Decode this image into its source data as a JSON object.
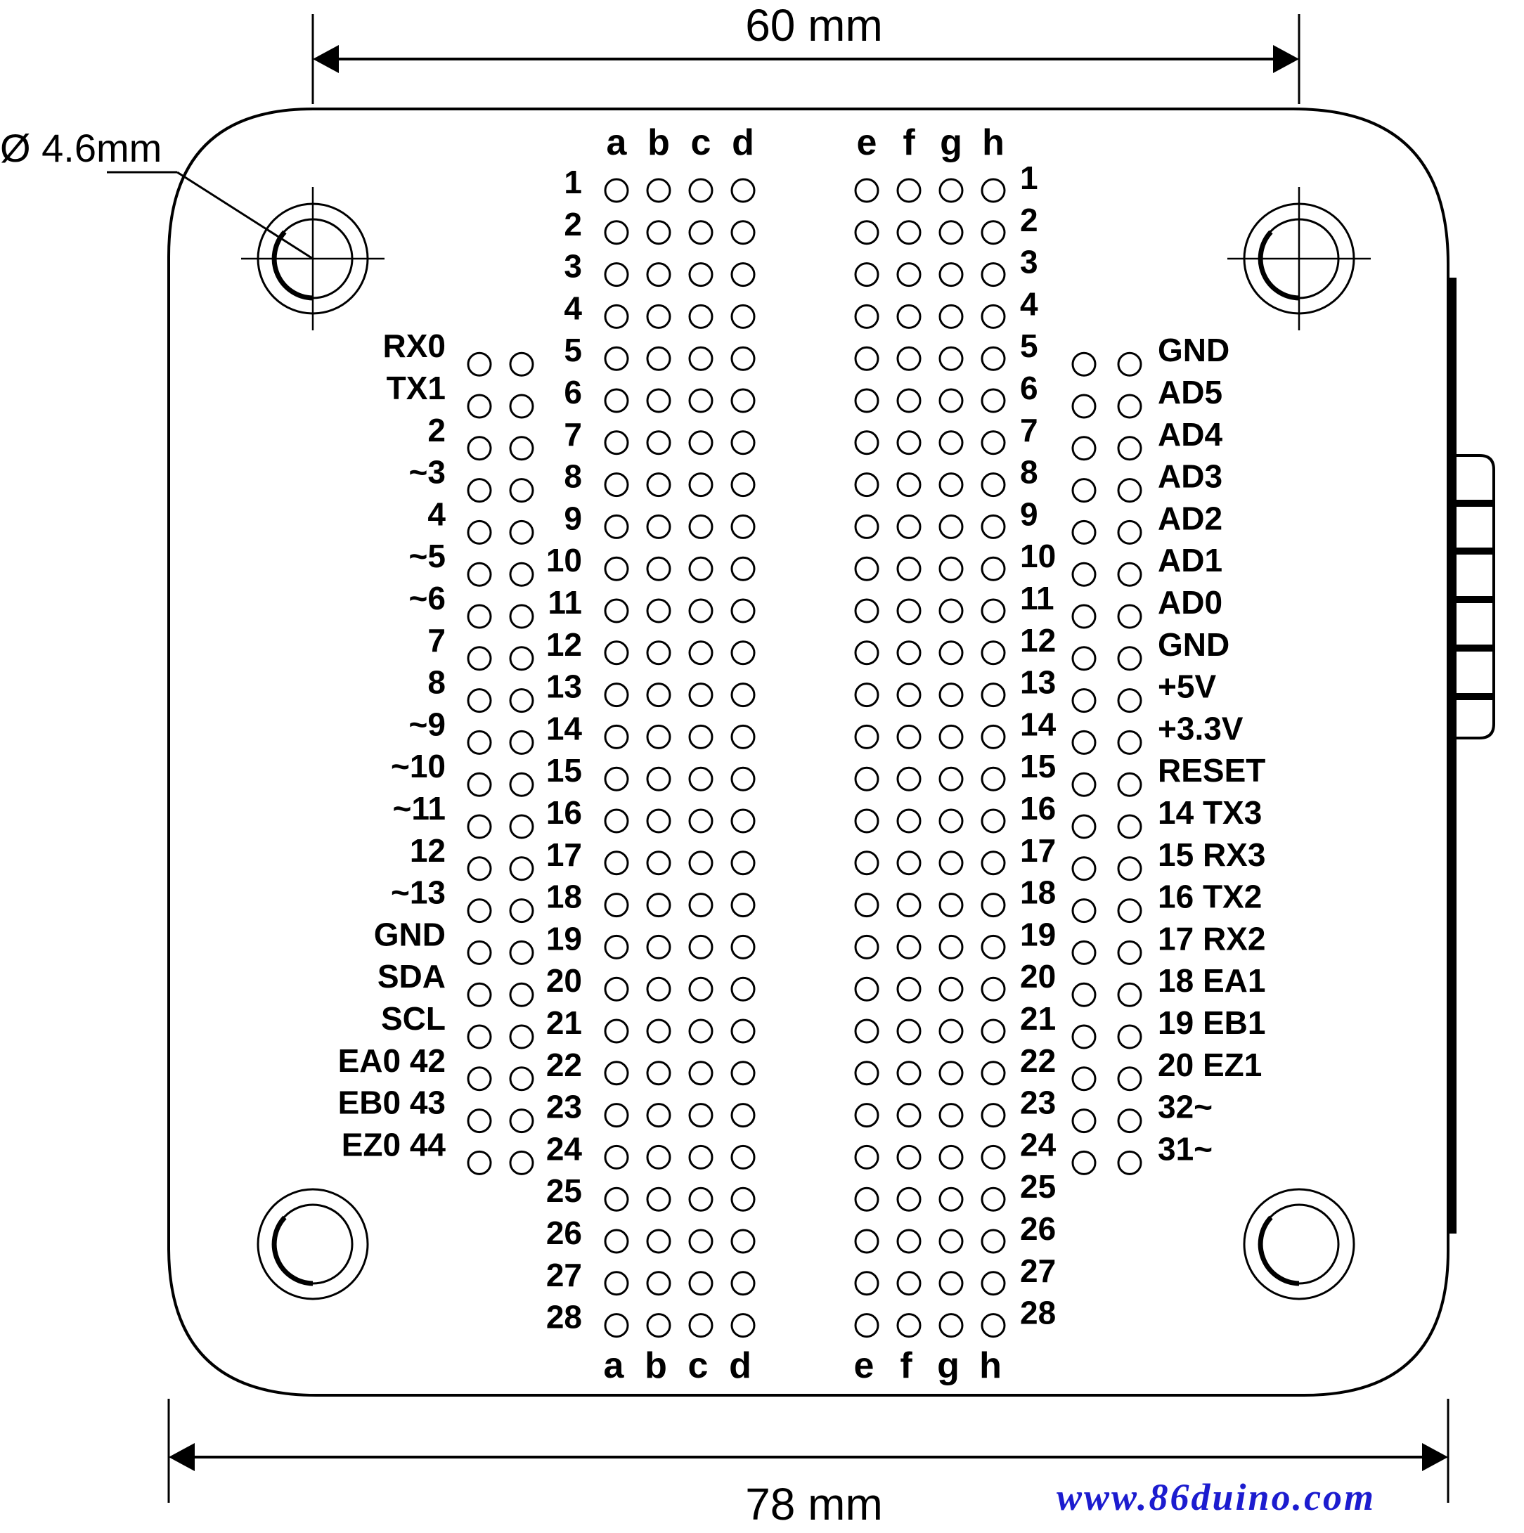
{
  "dimensions": {
    "top_width": "60 mm",
    "bottom_width": "78 mm",
    "hole_diameter": "Ø 4.6mm"
  },
  "columns": {
    "left": [
      "a",
      "b",
      "c",
      "d"
    ],
    "right": [
      "e",
      "f",
      "g",
      "h"
    ]
  },
  "rows": [
    "1",
    "2",
    "3",
    "4",
    "5",
    "6",
    "7",
    "8",
    "9",
    "10",
    "11",
    "12",
    "13",
    "14",
    "15",
    "16",
    "17",
    "18",
    "19",
    "20",
    "21",
    "22",
    "23",
    "24",
    "25",
    "26",
    "27",
    "28"
  ],
  "left_pins": [
    "RX0",
    "TX1",
    "2",
    "~3",
    "4",
    "~5",
    "~6",
    "7",
    "8",
    "~9",
    "~10",
    "~11",
    "12",
    "~13",
    "GND",
    "SDA",
    "SCL",
    "EA0 42",
    "EB0 43",
    "EZ0 44"
  ],
  "right_pins": [
    "GND",
    "AD5",
    "AD4",
    "AD3",
    "AD2",
    "AD1",
    "AD0",
    "GND",
    "+5V",
    "+3.3V",
    "RESET",
    "14 TX3",
    "15 RX3",
    "16 TX2",
    "17 RX2",
    "18 EA1",
    "19 EB1",
    "20 EZ1",
    "32~",
    "31~"
  ],
  "watermark": "www.86duino.com",
  "watermark_color": "#1c1ccf"
}
